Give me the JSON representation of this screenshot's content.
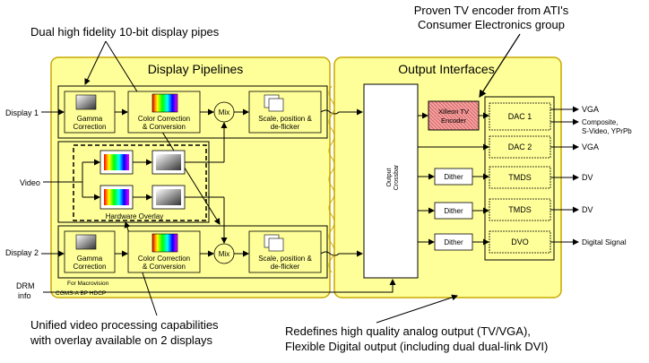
{
  "callouts": {
    "top_left": "Dual high fidelity 10-bit display pipes",
    "top_right_1": "Proven TV encoder from ATI's",
    "top_right_2": "Consumer Electronics group",
    "bottom_left_1": "Unified video processing capabilities",
    "bottom_left_2": "with overlay available on 2 displays",
    "bottom_right_1": "Redefines high quality analog output (TV/VGA),",
    "bottom_right_2": "Flexible Digital output (including dual dual-link DVI)"
  },
  "panels": {
    "pipelines_title": "Display Pipelines",
    "outputs_title": "Output Interfaces"
  },
  "inputs": {
    "display1": "Display 1",
    "video": "Video",
    "display2": "Display 2",
    "drm1": "DRM",
    "drm2": "info"
  },
  "blocks": {
    "gamma1_a": "Gamma",
    "gamma1_b": "Correction",
    "cc1_a": "Color Correction",
    "cc1_b": "& Conversion",
    "mix1": "Mix",
    "scale1_a": "Scale, position &",
    "scale1_b": "de-flicker",
    "overlay": "Hardware Overlay",
    "gamma2_a": "Gamma",
    "gamma2_b": "Correction",
    "cc2_a": "Color Correction",
    "cc2_b": "& Conversion",
    "mix2": "Mix",
    "scale2_a": "Scale, position &",
    "scale2_b": "de-flicker",
    "macrovision": "For Macrovision",
    "cgms": "CGMS-A  BP HDCP",
    "crossbar_a": "Output",
    "crossbar_b": "Crossbar",
    "xilleon_a": "Xilleon TV",
    "xilleon_b": "Encoder",
    "dac1": "DAC 1",
    "dac2": "DAC 2",
    "dither1": "Dither",
    "dither2": "Dither",
    "dither3": "Dither",
    "tmds1": "TMDS",
    "tmds2": "TMDS",
    "dvo": "DVO"
  },
  "outputs": {
    "vga1": "VGA",
    "composite_1": "Composite,",
    "composite_2": "S-Video, YPrPb",
    "vga2": "VGA",
    "dv1": "DV",
    "dv2": "DV",
    "digital": "Digital Signal"
  },
  "colors": {
    "panel_yellow": "#ffff99",
    "panel_border": "#c8a800",
    "encoder_fill": "#f4a0a0"
  }
}
